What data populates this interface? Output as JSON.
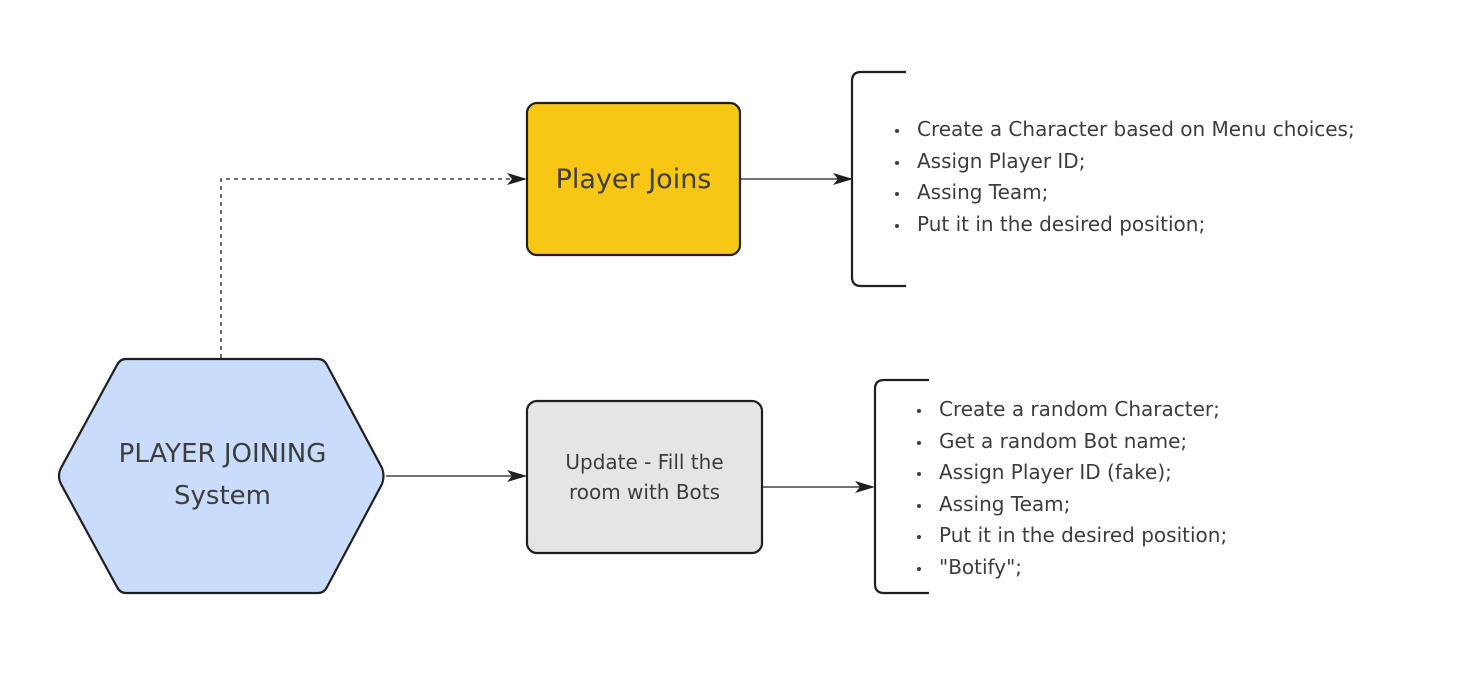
{
  "colors": {
    "hexagon_fill": "#c9dcfb",
    "player_joins_fill": "#f8c614",
    "bots_fill": "#e5e5e5",
    "stroke": "#1f1f1f",
    "text": "#3d3d3d"
  },
  "nodes": {
    "system": {
      "line1": "PLAYER JOINING",
      "line2": "System"
    },
    "player_joins": {
      "label": "Player Joins"
    },
    "fill_bots": {
      "label": "Update - Fill the room with Bots"
    }
  },
  "lists": {
    "player_joins_steps": [
      "Create a Character based on Menu choices;",
      "Assign Player ID;",
      "Assing Team;",
      "Put it in the desired position;"
    ],
    "bot_steps": [
      "Create a random Character;",
      "Get a random Bot name;",
      "Assign Player ID (fake);",
      "Assing Team;",
      "Put it in the desired position;",
      "\"Botify\";"
    ]
  }
}
